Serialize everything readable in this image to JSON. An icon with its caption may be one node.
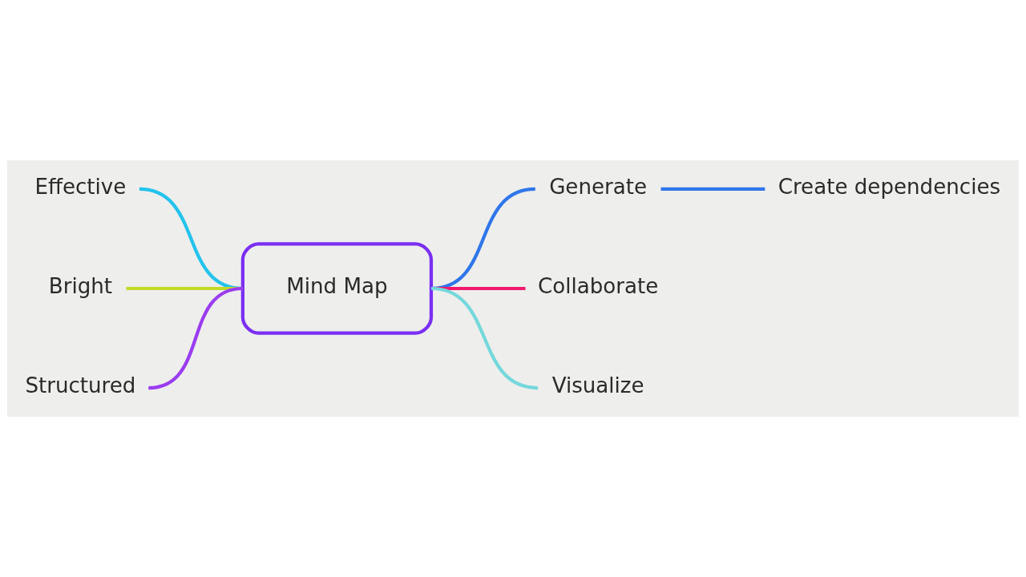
{
  "diagram": {
    "nodes": [
      {
        "text": [
          "Mind Map"
        ]
      },
      {
        "text": [
          "Effective"
        ]
      },
      {
        "text": [
          "Bright"
        ]
      },
      {
        "text": [
          "Structured"
        ]
      },
      {
        "text": [
          "Generate"
        ]
      },
      {
        "text": [
          "Collaborate"
        ]
      },
      {
        "text": [
          "Visualize"
        ]
      },
      {
        "text": [
          "Create dependencies"
        ]
      }
    ],
    "edges": [
      {
        "from": 1,
        "to": 0,
        "arrow": "none",
        "color": "#22c3ec"
      },
      {
        "from": 2,
        "to": 0,
        "arrow": "none",
        "color": "#c2d92a"
      },
      {
        "from": 3,
        "to": 0,
        "arrow": "none",
        "color": "#9a3cf0"
      },
      {
        "from": 0,
        "to": 4,
        "arrow": "none",
        "color": "#2f76ea"
      },
      {
        "from": 0,
        "to": 5,
        "arrow": "none",
        "color": "#f2186e"
      },
      {
        "from": 0,
        "to": 6,
        "arrow": "none",
        "color": "#74d8dc"
      },
      {
        "from": 4,
        "to": 7,
        "arrow": "none",
        "color": "#2f76ea"
      }
    ]
  }
}
